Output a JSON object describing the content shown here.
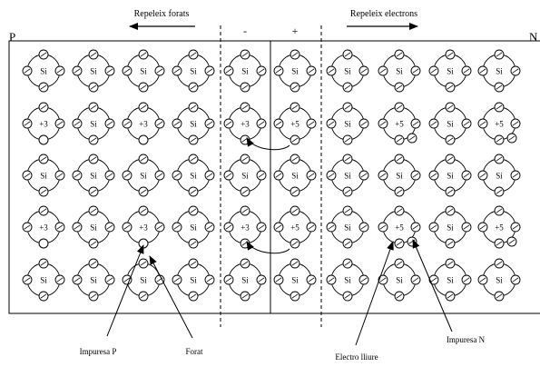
{
  "labels": {
    "left_arrow_text": "Repeleix forats",
    "right_arrow_text": "Repeleix electrons",
    "p_side": "P",
    "n_side": "N",
    "minus_sign": "-",
    "plus_sign": "+",
    "impurity_p": "Impuresa P",
    "hole": "Forat",
    "free_electron": "Electro lliure",
    "impurity_n": "Impuresa N"
  },
  "lattice": {
    "rows": [
      [
        "Si",
        "Si",
        "Si",
        "Si",
        "Si",
        "Si",
        "Si",
        "Si",
        "Si",
        "Si"
      ],
      [
        "+3",
        "Si",
        "+3",
        "Si",
        "+3",
        "+5",
        "Si",
        "+5",
        "Si",
        "+5"
      ],
      [
        "Si",
        "Si",
        "Si",
        "Si",
        "Si",
        "Si",
        "Si",
        "Si",
        "Si",
        "Si"
      ],
      [
        "+3",
        "Si",
        "+3",
        "Si",
        "+3",
        "+5",
        "Si",
        "+5",
        "Si",
        "+5"
      ],
      [
        "Si",
        "Si",
        "Si",
        "Si",
        "Si",
        "Si",
        "Si",
        "Si",
        "Si",
        "Si"
      ]
    ]
  },
  "icons": {
    "arrow_left": "arrow-left-icon",
    "arrow_right": "arrow-right-icon"
  }
}
